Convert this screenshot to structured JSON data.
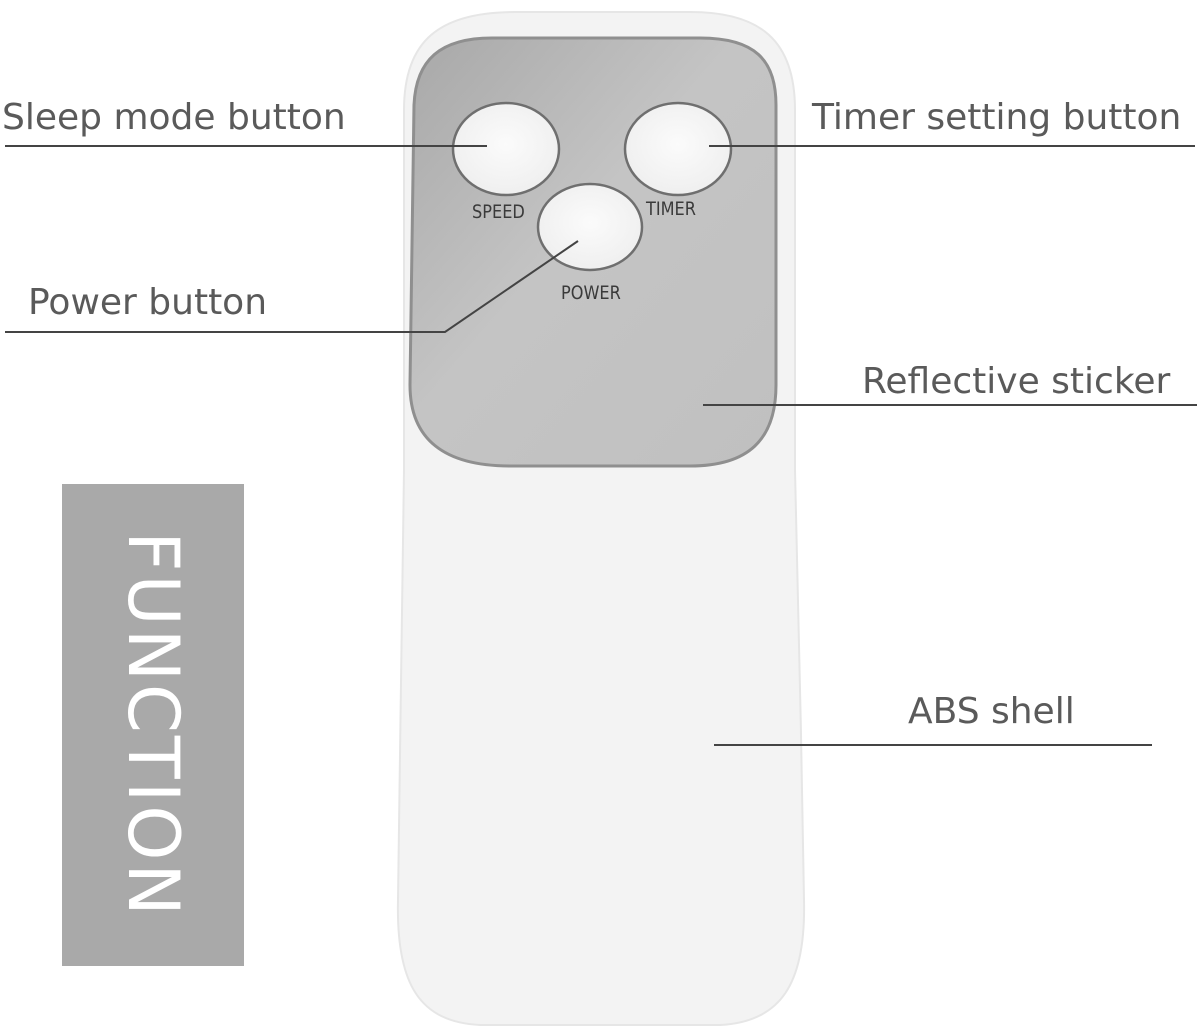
{
  "callouts": {
    "sleep_mode": "Sleep mode button",
    "timer_setting": "Timer setting button",
    "power": "Power button",
    "reflective_sticker": "Reflective sticker",
    "abs_shell": "ABS shell"
  },
  "keys": {
    "speed": "SPEED",
    "timer": "TIMER",
    "power": "POWER"
  },
  "banner": {
    "text": "FUNCTION"
  },
  "colors": {
    "shell": "#f3f3f3",
    "panel": "#bcbcbc",
    "button": "#f6f6f6",
    "banner": "#a9a9a9",
    "leader_line": "#444444",
    "callout_text": "#5a5a5a"
  }
}
